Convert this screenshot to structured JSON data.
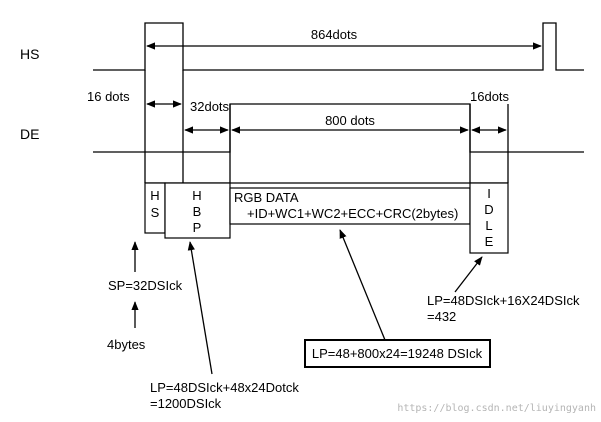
{
  "signals": {
    "hs": "HS",
    "de": "DE"
  },
  "dims": {
    "total": "864dots",
    "sync": "16 dots",
    "back_porch": "32dots",
    "active": "800 dots",
    "front_porch": "16dots"
  },
  "packet": {
    "hs_box": [
      "H",
      "S"
    ],
    "hbp_box": [
      "H",
      "B",
      "P"
    ],
    "rgb_line1": "RGB DATA",
    "rgb_line2": "+ID+WC1+WC2+ECC+CRC(2bytes)",
    "idle_box": [
      "I",
      "D",
      "L",
      "E"
    ]
  },
  "notes": {
    "sp": "SP=32DSIck",
    "bytes": "4bytes",
    "hbp_lp_1": "LP=48DSIck+48x24Dotck",
    "hbp_lp_2": "=1200DSIck",
    "idle_lp_1": "LP=48DSIck+16X24DSIck",
    "idle_lp_2": "=432",
    "rgb_lp": "LP=48+800x24=19248 DSIck"
  },
  "watermark": "https://blog.csdn.net/liuyingyanh"
}
